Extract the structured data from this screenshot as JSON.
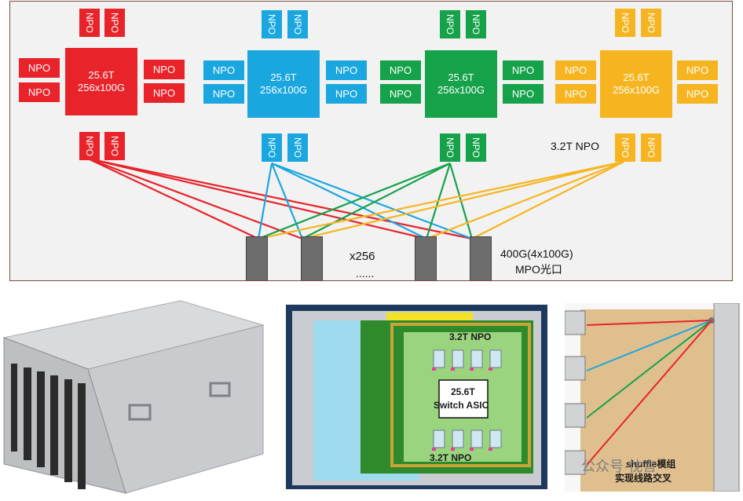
{
  "colors": {
    "red": "#e8232a",
    "blue": "#1aa7e0",
    "green": "#16a24a",
    "orange": "#f6b520",
    "port": "#6d6d6d"
  },
  "switches": [
    {
      "id": "red",
      "asic_line1": "25.6T",
      "asic_line2": "256x100G",
      "npo": "NPO"
    },
    {
      "id": "blue",
      "asic_line1": "25.6T",
      "asic_line2": "256x100G",
      "npo": "NPO"
    },
    {
      "id": "green",
      "asic_line1": "25.6T",
      "asic_line2": "256x100G",
      "npo": "NPO"
    },
    {
      "id": "orange",
      "asic_line1": "25.6T",
      "asic_line2": "256x100G",
      "npo": "NPO"
    }
  ],
  "labels": {
    "npo_rating": "3.2T NPO",
    "port_count": "x256",
    "ellipsis": "......",
    "port_type_line1": "400G(4x100G)",
    "port_type_line2": "MPO光口"
  },
  "board": {
    "npo_top": "3.2T NPO",
    "asic_line1": "25.6T",
    "asic_line2": "Switch ASIC",
    "npo_bottom": "3.2T NPO"
  },
  "shuffle": {
    "line1": "shuffle模组",
    "line2": "实现线路交叉"
  },
  "watermark": "公众号·忱言"
}
